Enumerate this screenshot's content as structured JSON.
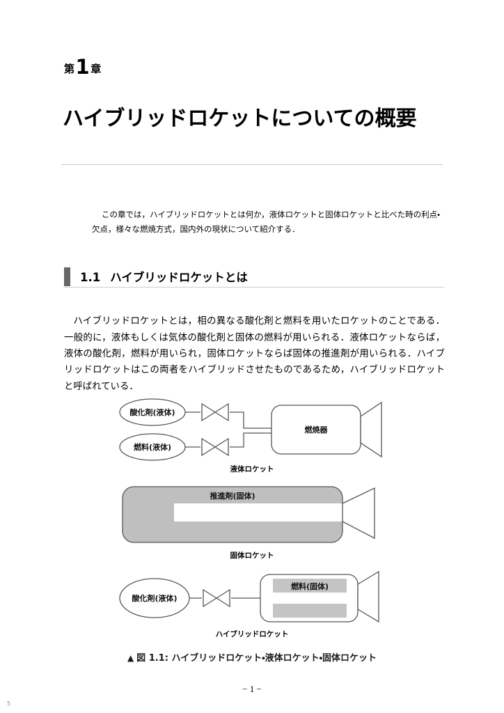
{
  "chapter": {
    "prefix": "第",
    "number": "1",
    "suffix": "章",
    "title": "ハイブリッドロケットについての概要"
  },
  "abstract": {
    "text": "この章では，ハイブリッドロケットとは何か，液体ロケットと固体ロケットと比べた時の利点・欠点，様々な燃焼方式，国内外の現状について紹介する．"
  },
  "section": {
    "number": "1.1",
    "title": "ハイブリッドロケットとは",
    "bar_color": "#666666"
  },
  "body": {
    "paragraph": "ハイブリッドロケットとは，相の異なる酸化剤と燃料を用いたロケットのことである．一般的に，液体もしくは気体の酸化剤と固体の燃料が用いられる．液体ロケットならば，液体の酸化剤，燃料が用いられ，固体ロケットならば固体の推進剤が用いられる．ハイブリッドロケットはこの両者をハイブリッドさせたものであるため，ハイブリッドロケットと呼ばれている．"
  },
  "figure": {
    "caption_marker": "▲",
    "caption": "図 1.1: ハイブリッドロケット・液体ロケット・固体ロケット",
    "liquid_rocket": {
      "sub_caption": "液体ロケット",
      "oxidizer_tank_label": "酸化剤(液体)",
      "fuel_tank_label": "燃料(液体)",
      "chamber_label": "燃焼器"
    },
    "solid_rocket": {
      "sub_caption": "固体ロケット",
      "propellant_label": "推進剤(固体)",
      "body_fill": "#bfbfbf"
    },
    "hybrid_rocket": {
      "sub_caption": "ハイブリッドロケット",
      "oxidizer_tank_label": "酸化剤(液体)",
      "fuel_grain_label": "燃料(固体)",
      "grain_fill": "#c4c4c4"
    },
    "line_color": "#555555"
  },
  "footer": {
    "folio": "− 1 −",
    "corner_number": "5"
  }
}
